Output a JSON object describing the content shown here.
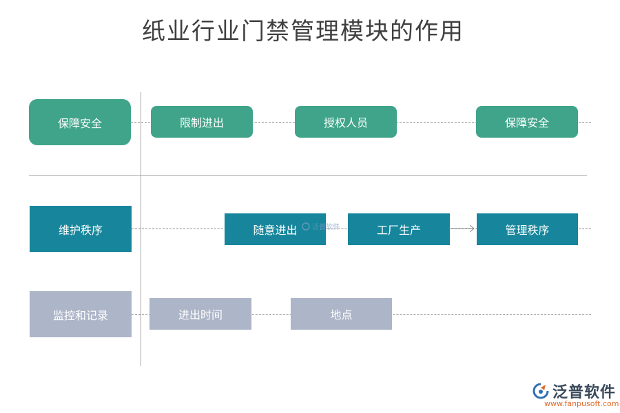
{
  "title": "纸业行业门禁管理模块的作用",
  "rows": [
    {
      "category": "保障安全",
      "items": [
        "限制进出",
        "授权人员",
        "保障安全"
      ]
    },
    {
      "category": "维护秩序",
      "items": [
        "随意进出",
        "工厂生产",
        "管理秩序"
      ]
    },
    {
      "category": "监控和记录",
      "items": [
        "进出时间",
        "地点"
      ]
    }
  ],
  "watermark": "泛普软件",
  "logo": {
    "name": "泛普软件",
    "url": "www.fanpusoft.com"
  },
  "colors": {
    "row1": "#3fa48a",
    "row2": "#17869c",
    "row3": "#adb5c8"
  }
}
